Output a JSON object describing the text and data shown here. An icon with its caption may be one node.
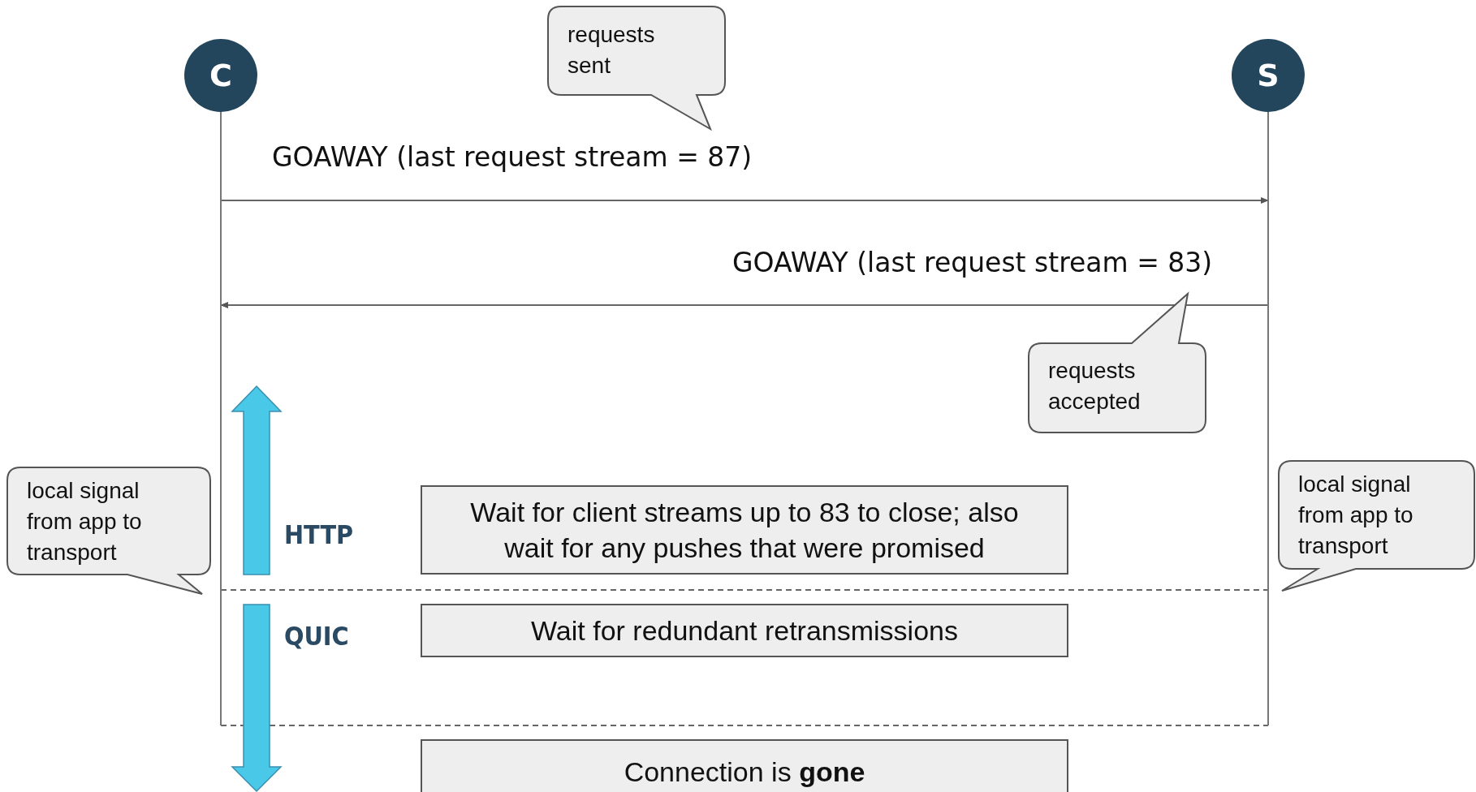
{
  "diagram": {
    "nodes": [
      {
        "text": [
          "C"
        ]
      },
      {
        "text": [
          "S"
        ]
      },
      {
        "text": [
          "requests sent"
        ]
      },
      {
        "text": [
          "requests accepted"
        ]
      },
      {
        "text": [
          "local signal from app to transport"
        ]
      },
      {
        "text": [
          "local signal from app to transport"
        ]
      },
      {
        "text": [
          "Wait for client streams up to 83 to close; also wait for any pushes that were promised"
        ]
      },
      {
        "text": [
          "Wait for redundant retransmissions"
        ]
      },
      {
        "text": [
          "Connection is **gone**"
        ]
      }
    ],
    "edges": [
      {
        "from": 0,
        "to": 1,
        "arrow": "to",
        "label": "GOAWAY (last request stream = 87)"
      },
      {
        "from": 1,
        "to": 0,
        "arrow": "to",
        "label": "GOAWAY (last request stream = 83)"
      }
    ],
    "labels": [
      "HTTP",
      "QUIC"
    ]
  }
}
